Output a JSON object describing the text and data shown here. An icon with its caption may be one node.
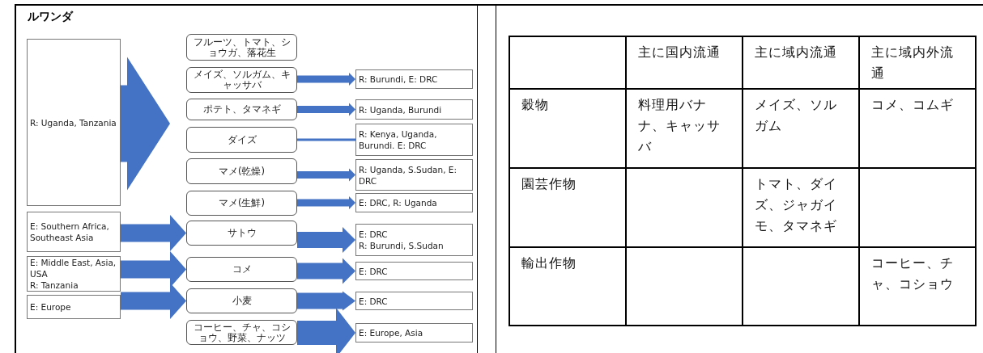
{
  "diagram": {
    "title": "ルワンダ",
    "nodes": [
      {
        "text": [
          "R: Uganda, Tanzania"
        ]
      },
      {
        "text": [
          "E: Southern Africa, Southeast Asia"
        ]
      },
      {
        "text": [
          "E: Middle East, Asia, USA",
          "R: Tanzania"
        ]
      },
      {
        "text": [
          "E: Europe"
        ]
      },
      {
        "text": [
          "フルーツ、トマト、ショウガ、落花生"
        ]
      },
      {
        "text": [
          "メイズ、ソルガム、キャッサバ"
        ]
      },
      {
        "text": [
          "ポテト、タマネギ"
        ]
      },
      {
        "text": [
          "ダイズ"
        ]
      },
      {
        "text": [
          "マメ(乾燥)"
        ]
      },
      {
        "text": [
          "マメ(生鮮)"
        ]
      },
      {
        "text": [
          "サトウ"
        ]
      },
      {
        "text": [
          "コメ"
        ]
      },
      {
        "text": [
          "小麦"
        ]
      },
      {
        "text": [
          "コーヒー、チャ、コショウ、野菜、ナッツ"
        ]
      },
      {
        "text": [
          "R: Burundi, E: DRC"
        ]
      },
      {
        "text": [
          "R: Uganda, Burundi"
        ]
      },
      {
        "text": [
          "R: Kenya, Uganda, Burundi. E: DRC"
        ]
      },
      {
        "text": [
          "R: Uganda, S.Sudan, E: DRC"
        ]
      },
      {
        "text": [
          "E: DRC, R: Uganda"
        ]
      },
      {
        "text": [
          "E: DRC",
          "R: Burundi, S.Sudan"
        ]
      },
      {
        "text": [
          "E: DRC"
        ]
      },
      {
        "text": [
          "E: DRC"
        ]
      },
      {
        "text": [
          "E: Europe, Asia"
        ]
      }
    ],
    "edges": [
      {
        "from": 0,
        "to": null,
        "arrow": "to"
      },
      {
        "from": 1,
        "to": 10,
        "arrow": "to"
      },
      {
        "from": 2,
        "to": 11,
        "arrow": "to"
      },
      {
        "from": 3,
        "to": 12,
        "arrow": "to"
      },
      {
        "from": 5,
        "to": 14,
        "arrow": "to"
      },
      {
        "from": 6,
        "to": 15,
        "arrow": "to"
      },
      {
        "from": 7,
        "to": 16,
        "arrow": "none"
      },
      {
        "from": 8,
        "to": 17,
        "arrow": "to"
      },
      {
        "from": 9,
        "to": 18,
        "arrow": "to"
      },
      {
        "from": 10,
        "to": 19,
        "arrow": "to"
      },
      {
        "from": 11,
        "to": 20,
        "arrow": "to"
      },
      {
        "from": 12,
        "to": 21,
        "arrow": "to"
      },
      {
        "from": 13,
        "to": 22,
        "arrow": "to"
      }
    ],
    "labels": [
      "主に国内流通",
      "主に域内流通",
      "主に域内外流通",
      "穀物",
      "料理用バナナ、キャッサバ",
      "メイズ、ソルガム",
      "コメ、コムギ",
      "園芸作物",
      "トマト、ダイズ、ジャガイモ、タマネギ",
      "輸出作物",
      "コーヒー、チャ、コショウ"
    ]
  }
}
